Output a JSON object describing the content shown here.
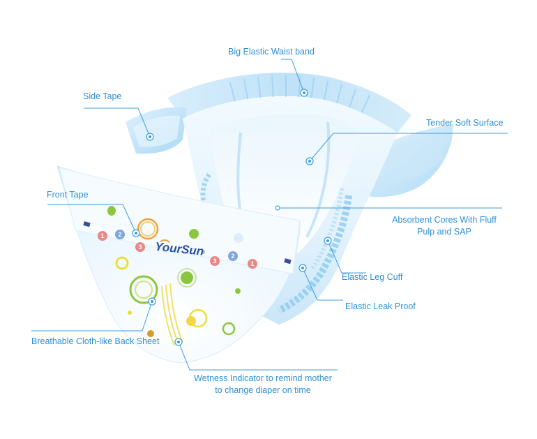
{
  "labels": {
    "waist_band": "Big Elastic Waist band",
    "side_tape": "Side Tape",
    "soft_surface": "Tender Soft Surface",
    "front_tape": "Front Tape",
    "absorbent_core_line1": "Absorbent Cores With Fluff",
    "absorbent_core_line2": "Pulp and SAP",
    "leg_cuff": "Elastic Leg Cuff",
    "leak_proof": "Elastic Leak Proof",
    "back_sheet": "Breathable Cloth-like Back Sheet",
    "wetness_line1": "Wetness Indicator to remind mother",
    "wetness_line2": "to change diaper on time"
  },
  "brand": {
    "logo_text": "YourSun",
    "registered": "®"
  },
  "print_numbers": [
    "1",
    "2",
    "3",
    "3",
    "2",
    "1"
  ],
  "colors": {
    "label_text": "#2e8fd6",
    "leader_line": "#3d9be0",
    "diaper_light": "#e6f4fd",
    "diaper_mid": "#bfe2f8",
    "diaper_dark": "#8ccbf0",
    "dot_green": "#8cc63f",
    "dot_yellow": "#e8e03a",
    "dot_orange": "#f0a23a",
    "number_red": "#e88888",
    "number_blue": "#7fa6dc"
  }
}
